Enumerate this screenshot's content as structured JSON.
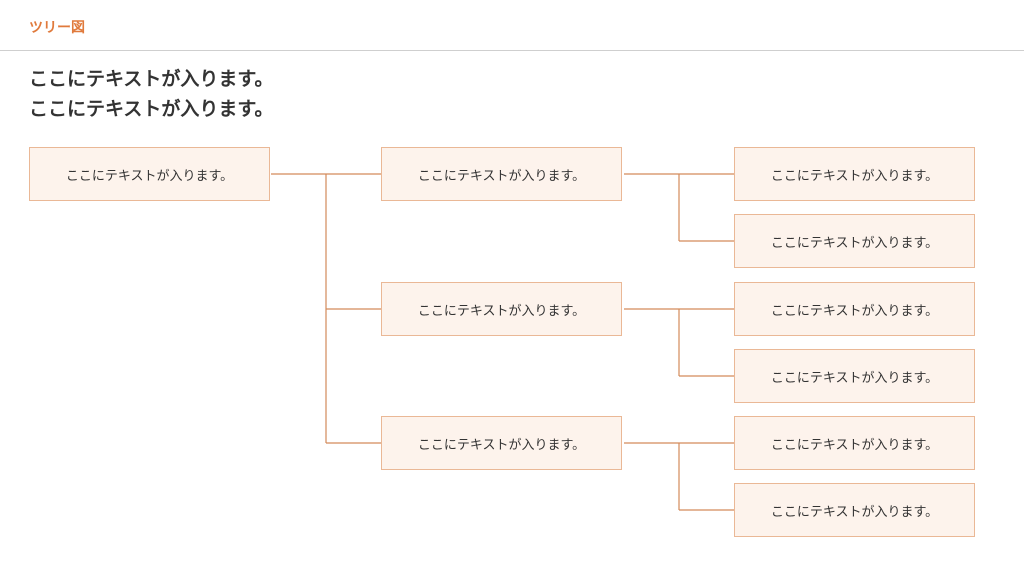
{
  "header": {
    "title": "ツリー図"
  },
  "lead": {
    "line1": "ここにテキストが入ります。",
    "line2": "ここにテキストが入ります。"
  },
  "tree": {
    "line_color": "#d38a5a",
    "box_fill": "#fdf3ec",
    "box_border": "#eab896",
    "root": {
      "label": "ここにテキストが入ります。",
      "children": [
        {
          "label": "ここにテキストが入ります。",
          "children": [
            {
              "label": "ここにテキストが入ります。"
            },
            {
              "label": "ここにテキストが入ります。"
            }
          ]
        },
        {
          "label": "ここにテキストが入ります。",
          "children": [
            {
              "label": "ここにテキストが入ります。"
            },
            {
              "label": "ここにテキストが入ります。"
            }
          ]
        },
        {
          "label": "ここにテキストが入ります。",
          "children": [
            {
              "label": "ここにテキストが入ります。"
            },
            {
              "label": "ここにテキストが入ります。"
            }
          ]
        }
      ]
    }
  }
}
